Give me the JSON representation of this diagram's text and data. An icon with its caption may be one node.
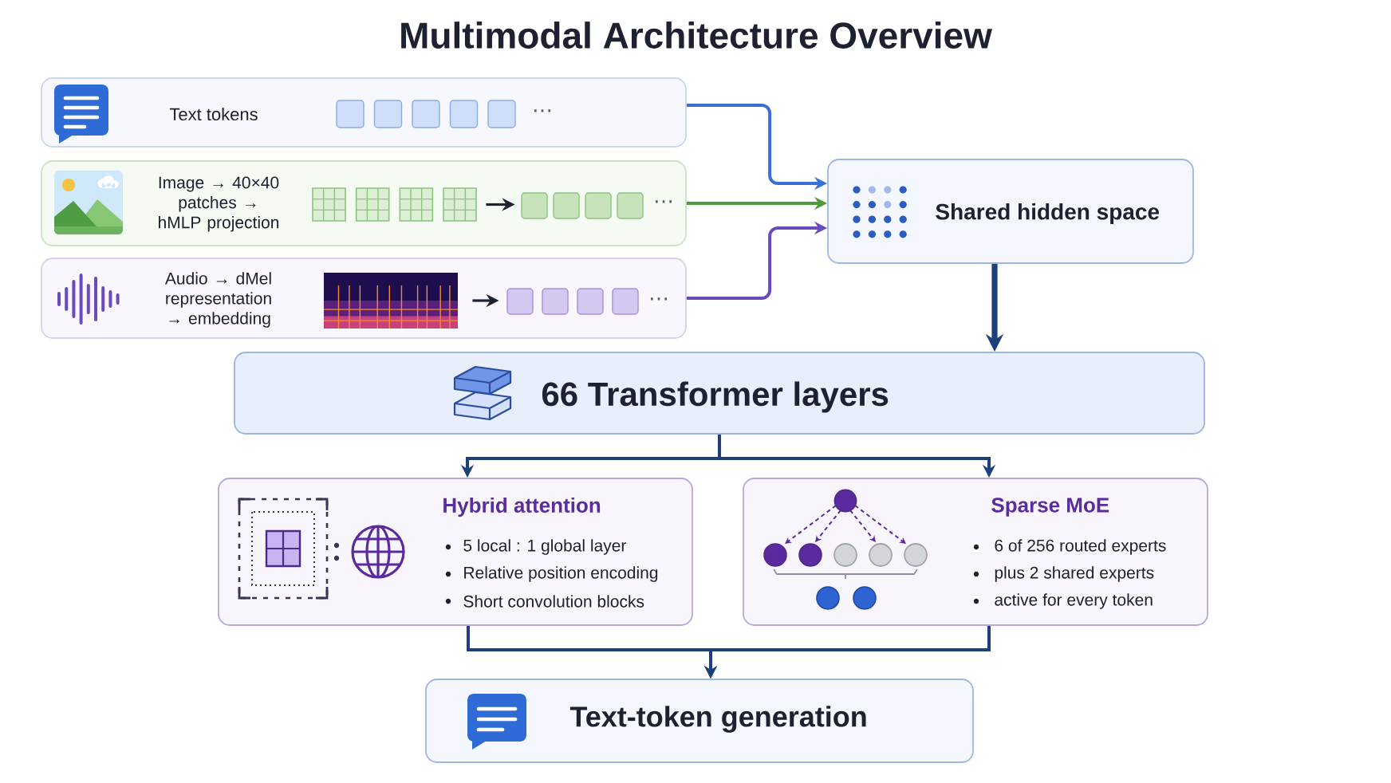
{
  "diagram": {
    "title": "Multimodal Architecture Overview",
    "nodes": [
      {
        "text": [
          "Text tokens",
          "⋯"
        ]
      },
      {
        "text": [],
        "shape": "box",
        "in": 0
      },
      {
        "text": [
          "Image → 40×40 patches → hMLP projection",
          "⋯"
        ]
      },
      {
        "text": [],
        "shape": "picture",
        "in": 2
      },
      {
        "text": [],
        "shape": "box",
        "in": 2
      },
      {
        "text": [
          "Audio → dMel representation → embedding",
          "⋯"
        ]
      },
      {
        "text": [],
        "shape": "picture",
        "in": 5
      },
      {
        "text": [],
        "shape": "box",
        "in": 5
      },
      {
        "text": [
          "Shared hidden space"
        ]
      },
      {
        "text": [
          "66 Transformer layers"
        ]
      },
      {
        "text": [
          "Hybrid attention",
          "5 local : 1 global layer",
          "Relative position encoding",
          "Short convolution blocks"
        ]
      },
      {
        "text": [
          "Sparse MoE",
          "6 of 256 routed experts",
          "plus 2 shared experts",
          "active for every token"
        ]
      },
      {
        "text": [
          "Text-token generation"
        ]
      }
    ],
    "edges": [
      {
        "from": 0,
        "to": 8,
        "arrow": "to",
        "color": "#3a6fd8"
      },
      {
        "from": 3,
        "to": 4,
        "arrow": "to",
        "color": "#1e2230"
      },
      {
        "from": 2,
        "to": 8,
        "arrow": "to",
        "color": "#4f9a3c"
      },
      {
        "from": 6,
        "to": 7,
        "arrow": "to",
        "color": "#1e2230"
      },
      {
        "from": 5,
        "to": 8,
        "arrow": "to",
        "color": "#6a4bbd"
      },
      {
        "from": 8,
        "to": 9,
        "arrow": "to",
        "style": "thick"
      },
      {
        "from": 9,
        "to": 10,
        "arrow": "to"
      },
      {
        "from": 9,
        "to": 11,
        "arrow": "to"
      },
      {
        "from": 10,
        "to": 12,
        "arrow": "to"
      },
      {
        "from": 11,
        "to": 12,
        "arrow": "to"
      }
    ]
  }
}
